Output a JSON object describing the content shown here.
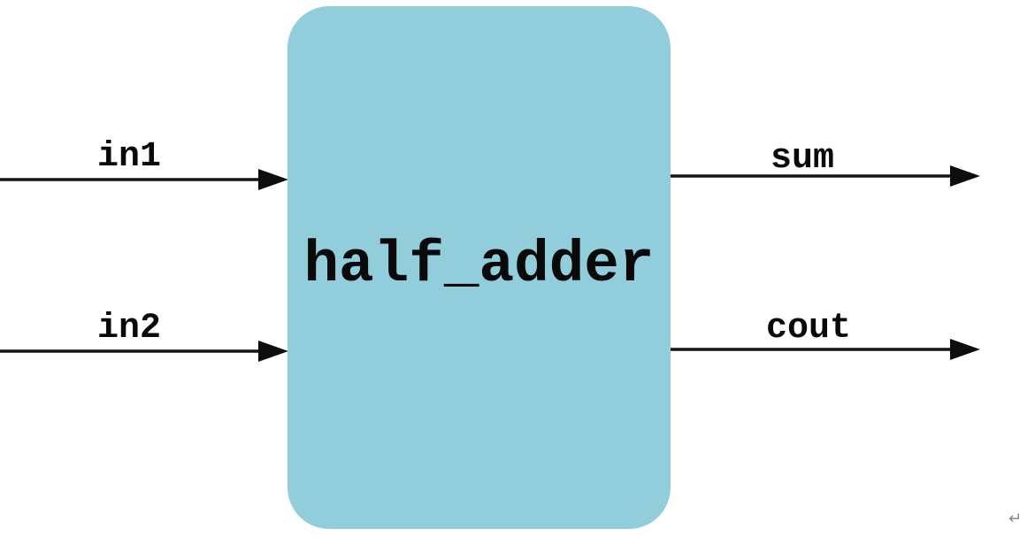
{
  "diagram": {
    "block": {
      "label": "half_adder",
      "fill": "#92cddc"
    },
    "inputs": [
      {
        "label": "in1"
      },
      {
        "label": "in2"
      }
    ],
    "outputs": [
      {
        "label": "sum"
      },
      {
        "label": "cout"
      }
    ],
    "paragraph_mark": "↵"
  }
}
